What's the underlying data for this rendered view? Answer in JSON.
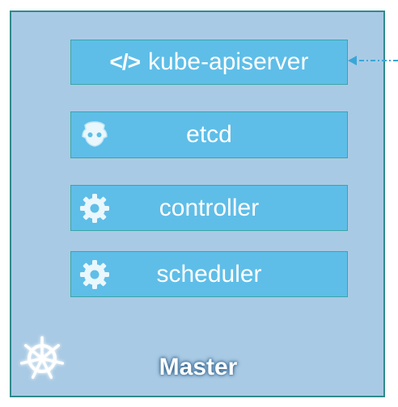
{
  "master": {
    "title": "Master",
    "components": [
      {
        "label": "kube-apiserver",
        "icon": "code-icon"
      },
      {
        "label": "etcd",
        "icon": "etcd-icon"
      },
      {
        "label": "controller",
        "icon": "gear-icon"
      },
      {
        "label": "scheduler",
        "icon": "gear-icon"
      }
    ]
  },
  "apiserver_icon_text": "</>",
  "colors": {
    "background": "#a9cae4",
    "border": "#2e8b8b",
    "component_fill": "#5ebee8",
    "arrow": "#3aa6d8",
    "text": "#ffffff"
  }
}
